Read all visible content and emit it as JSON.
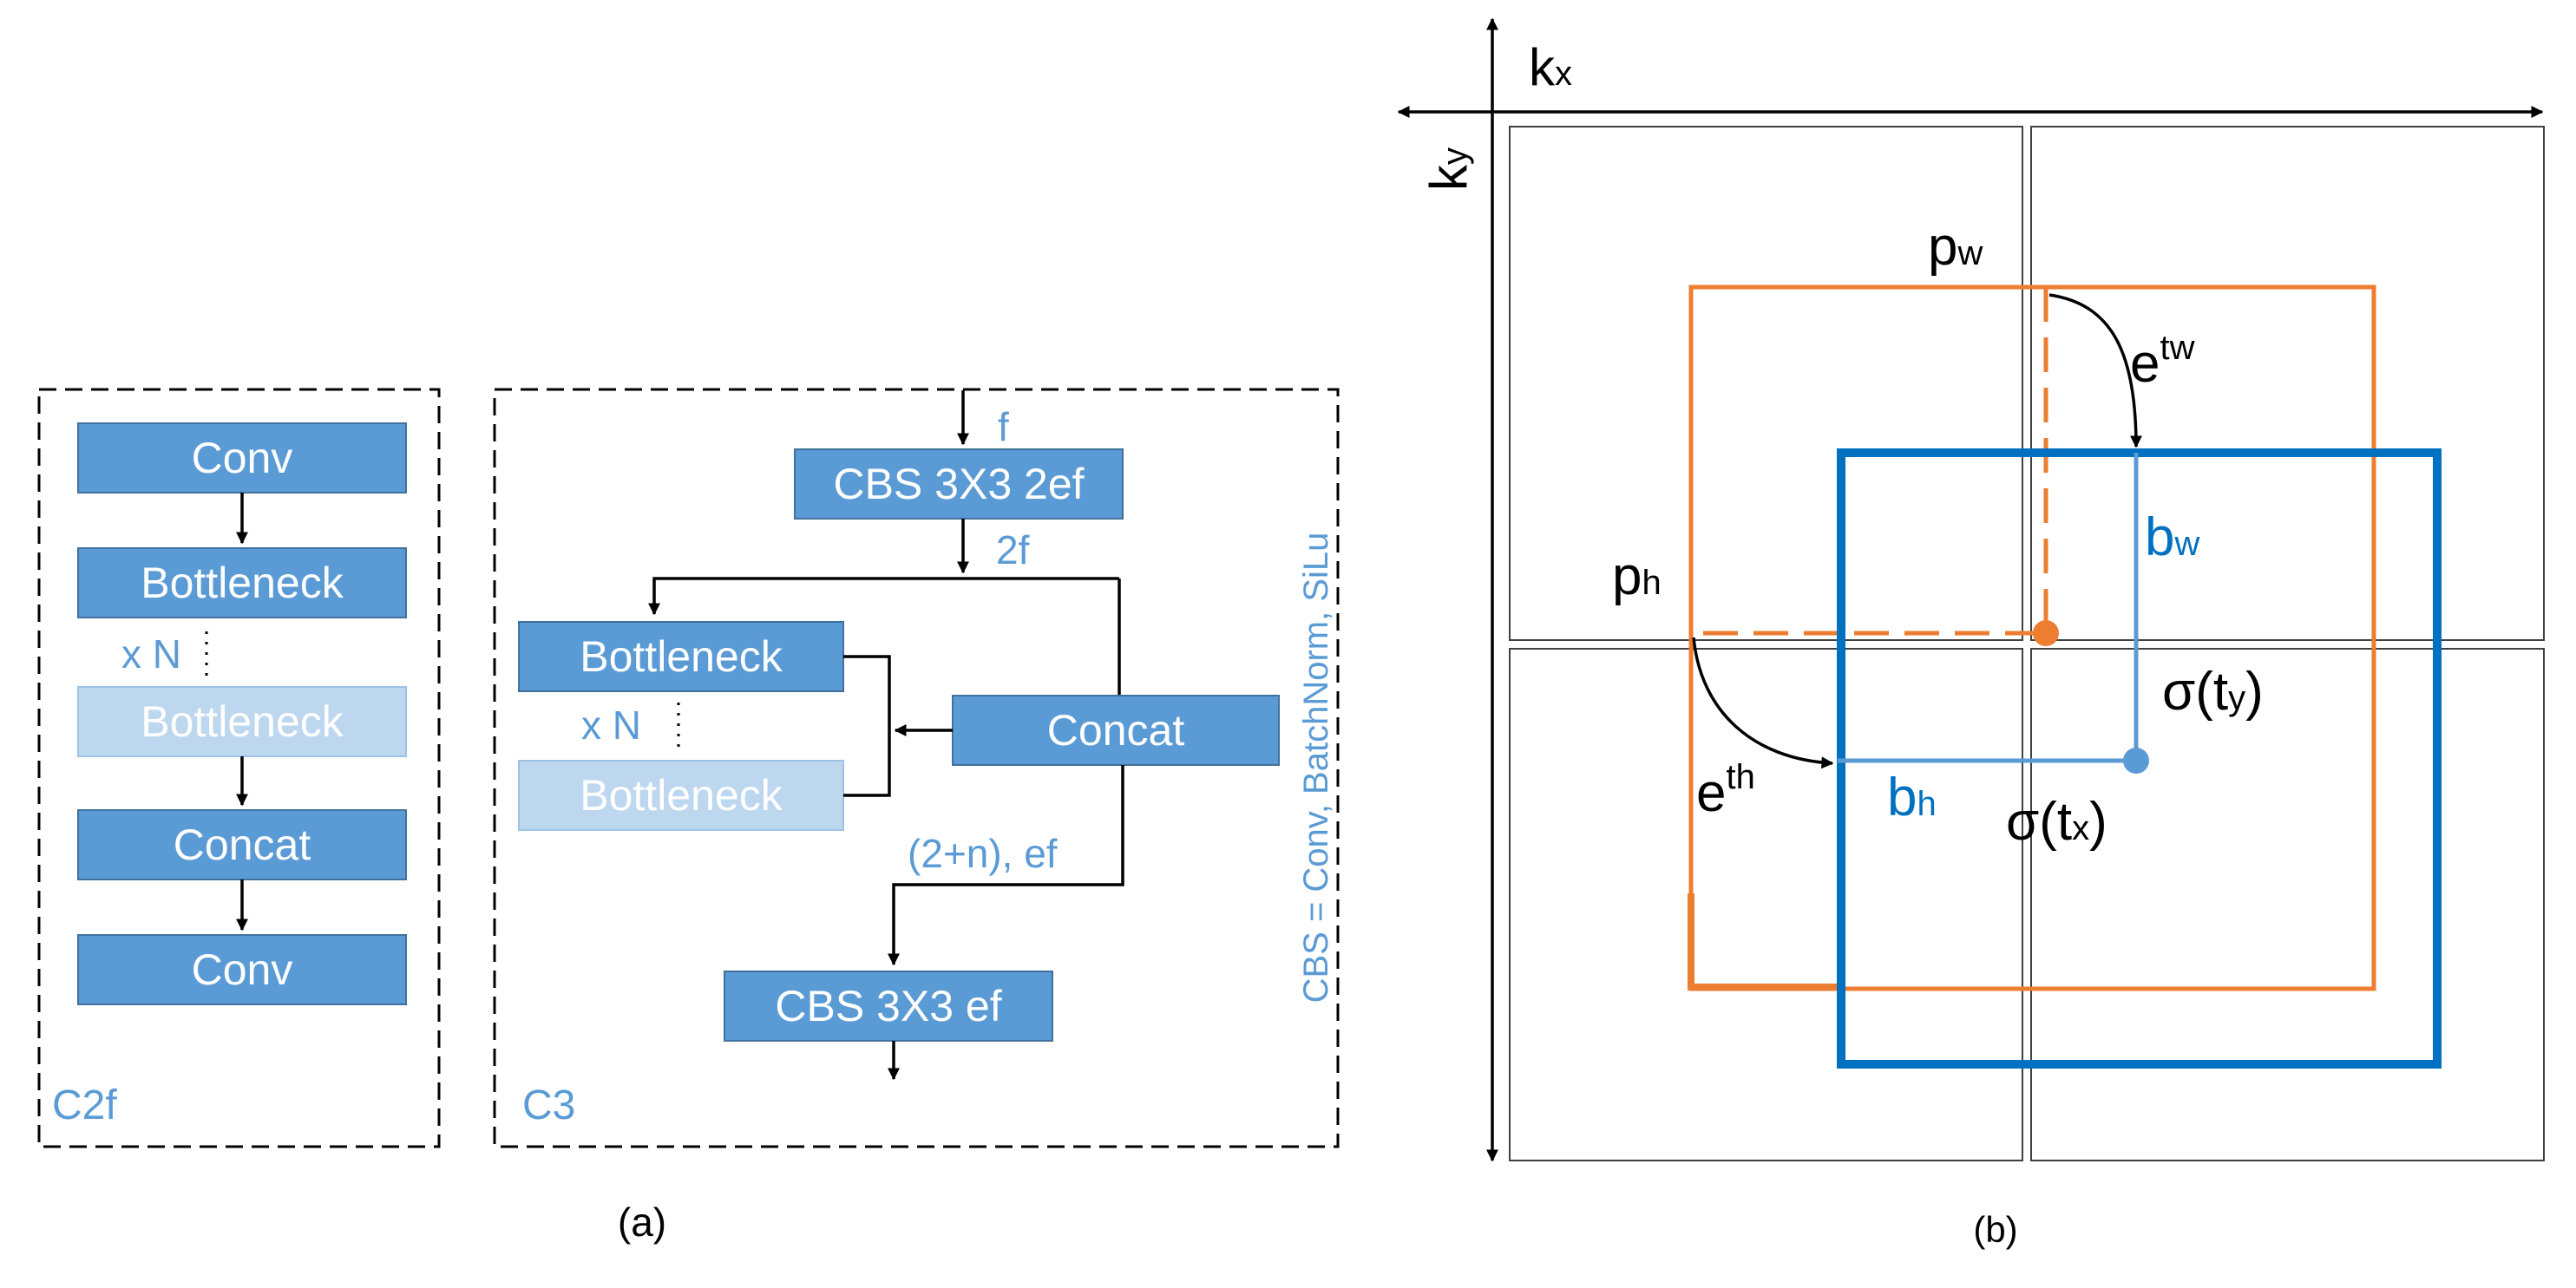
{
  "panel_a": {
    "caption": "(a)",
    "c2f": {
      "label": "C2f",
      "conv_top": "Conv",
      "bottleneck_1": "Bottleneck",
      "repeat": "x N",
      "bottleneck_2": "Bottleneck",
      "concat": "Concat",
      "conv_bottom": "Conv"
    },
    "c3": {
      "label": "C3",
      "input": "f",
      "cbs_top": "CBS 3X3 2ef",
      "after_cbs": "2f",
      "bottleneck_1": "Bottleneck",
      "repeat": "x N",
      "bottleneck_2": "Bottleneck",
      "concat": "Concat",
      "concat_out": "(2+n), ef",
      "cbs_bottom": "CBS 3X3 ef",
      "legend": "CBS = Conv, BatchNorm, SiLu"
    }
  },
  "panel_b": {
    "caption": "(b)",
    "axis_x": {
      "base": "k",
      "sub": "x"
    },
    "axis_y": {
      "base": "k",
      "sub": "y"
    },
    "pw": {
      "base": "p",
      "sub": "w"
    },
    "ph": {
      "base": "p",
      "sub": "h"
    },
    "etw": {
      "base": "e",
      "sup": "tw"
    },
    "eth": {
      "base": "e",
      "sup": "th"
    },
    "bw": {
      "base": "b",
      "sub": "w"
    },
    "bh": {
      "base": "b",
      "sub": "h"
    },
    "sigma_ty": {
      "pre": "σ(t",
      "sub": "y",
      "post": ")"
    },
    "sigma_tx": {
      "pre": "σ(t",
      "sub": "x",
      "post": ")"
    },
    "colors": {
      "prior": "#ed7d31",
      "pred": "#0070c0",
      "pred_light": "#5b9bd5",
      "block": "#5b9bd5"
    }
  }
}
